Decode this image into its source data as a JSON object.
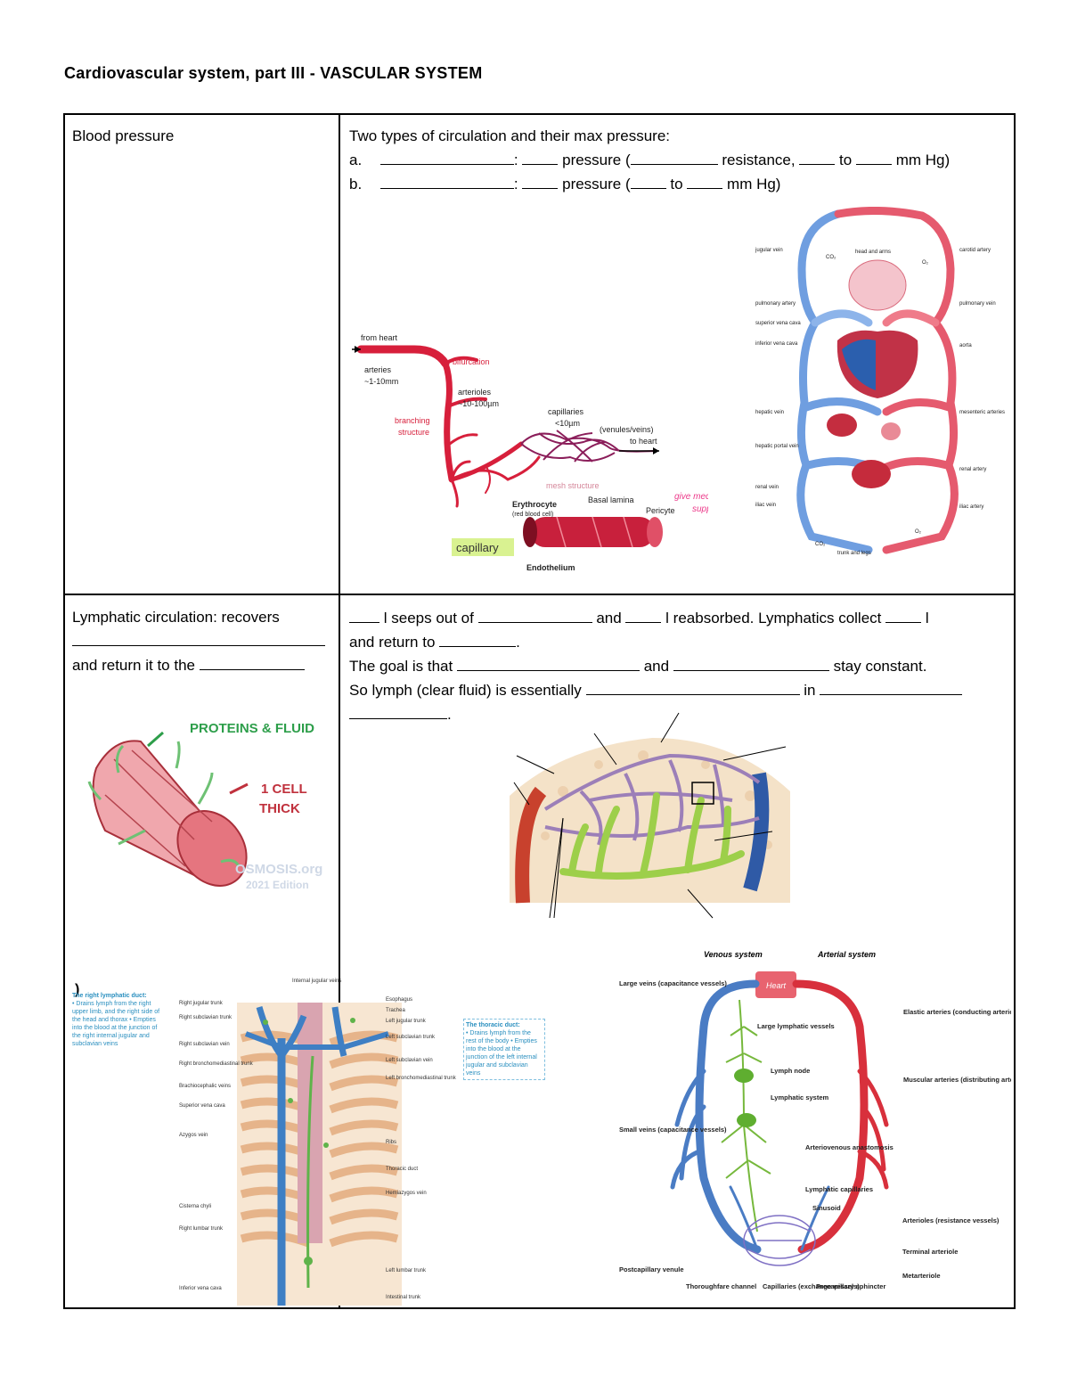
{
  "title": "Cardiovascular system, part III - VASCULAR SYSTEM",
  "blood_pressure": {
    "label": "Blood pressure",
    "intro": "Two types of circulation and their max pressure:",
    "row_a": {
      "letter": "a.",
      "t1": "pressure (",
      "t2": "resistance,",
      "t3": "to",
      "t4": "mm Hg)"
    },
    "row_b": {
      "letter": "b.",
      "t1": "pressure (",
      "t2": "to",
      "t3": "mm Hg)"
    }
  },
  "lymph": {
    "label": "Lymphatic circulation: recovers",
    "return_text": "and return it to the",
    "line1_a": "l seeps out of",
    "line1_b": "and",
    "line1_c": "l reabsorbed. Lymphatics collect",
    "line1_d": "l",
    "line2": "and return to",
    "line3_a": "The goal is that",
    "line3_b": "and",
    "line3_c": "stay constant.",
    "line4_a": "So lymph (clear fluid) is essentially",
    "line4_b": "in"
  },
  "vessel_fig": {
    "from_heart": "from heart",
    "arteries": "arteries",
    "arteries_size": "~1-10mm",
    "bifurcation": "bifurcation",
    "arterioles": "arterioles",
    "arterioles_size": "~10-100µm",
    "branching": "branching",
    "structure": "structure",
    "capillaries": "capillaries",
    "capillaries_size": "<10µm",
    "venules": "(venules/veins)",
    "to_heart": "to heart",
    "mesh": "mesh structure",
    "erythrocyte": "Erythrocyte",
    "rbc": "(red blood cell)",
    "basal": "Basal lamina",
    "pericyte": "Pericyte",
    "capillary": "capillary",
    "endothelium": "Endothelium",
    "note1": "give mech.",
    "note2": "support"
  },
  "circ_fig": {
    "head_arms": "head and arms",
    "co2": "CO₂",
    "o2": "O₂",
    "jugular": "jugular vein",
    "carotid": "carotid artery",
    "pulm_artery": "pulmonary artery",
    "pulm_vein": "pulmonary vein",
    "svc": "superior vena cava",
    "ivc": "inferior vena cava",
    "aorta": "aorta",
    "hepatic_vein": "hepatic vein",
    "mesenteric": "mesenteric arteries",
    "portal": "hepatic portal vein",
    "renal_artery": "renal artery",
    "renal_vein": "renal vein",
    "iliac_vein": "iliac vein",
    "iliac_artery": "iliac artery",
    "trunk_legs": "trunk and legs"
  },
  "cell_fig": {
    "proteins": "PROTEINS & FLUID",
    "one_cell": "1 CELL",
    "thick": "THICK",
    "osmosis": "OSMOSIS.org",
    "edition": "2021 Edition"
  },
  "duct_fig": {
    "marker": ")",
    "right_duct_title": "The right lymphatic duct:",
    "right_duct_body": "• Drains lymph from the right upper limb, and the right side of the head and thorax • Empties into the blood at the junction of the right internal jugular and subclavian veins",
    "thoracic_title": "The thoracic duct:",
    "thoracic_body": "• Drains lymph from the rest of the body • Empties into the blood at the junction of the left internal jugular and subclavian veins",
    "internal_jugular": "Internal jugular veins",
    "left_labels": [
      "Right jugular trunk",
      "Right subclavian trunk",
      "Right subclavian vein",
      "Right bronchomediastinal trunk",
      "Brachiocephalic veins",
      "Superior vena cava",
      "Azygos vein",
      "Cisterna chyli",
      "Right lumbar trunk",
      "Inferior vena cava"
    ],
    "right_labels": [
      "Esophagus",
      "Trachea",
      "Left jugular trunk",
      "Left subclavian trunk",
      "Left subclavian vein",
      "Left bronchomediastinal trunk",
      "Ribs",
      "Thoracic duct",
      "Hemiazygos vein",
      "Left lumbar trunk",
      "Intestinal trunk"
    ]
  },
  "circuit_fig": {
    "venous": "Venous system",
    "arterial": "Arterial system",
    "heart": "Heart",
    "large_veins": "Large veins (capacitance vessels)",
    "large_lymph": "Large lymphatic vessels",
    "lymph_node": "Lymph node",
    "lymph_system": "Lymphatic system",
    "small_veins": "Small veins (capacitance vessels)",
    "av_anast": "Arteriovenous anastomosis",
    "lymph_cap": "Lymphatic capillaries",
    "sinusoid": "Sinusoid",
    "postcap": "Postcapillary venule",
    "thorough": "Thoroughfare channel",
    "capillaries": "Capillaries (exchange vessels)",
    "precap": "Precapillary sphincter",
    "elastic": "Elastic arteries (conducting arteries)",
    "muscular": "Muscular arteries (distributing arteries)",
    "arterioles": "Arterioles (resistance vessels)",
    "terminal": "Terminal arteriole",
    "metarteriole": "Metarteriole"
  },
  "colors": {
    "artery": "#d8283a",
    "vein": "#3a6fc4",
    "lymph": "#8cc63f",
    "pink_note": "#ec3a8a"
  }
}
